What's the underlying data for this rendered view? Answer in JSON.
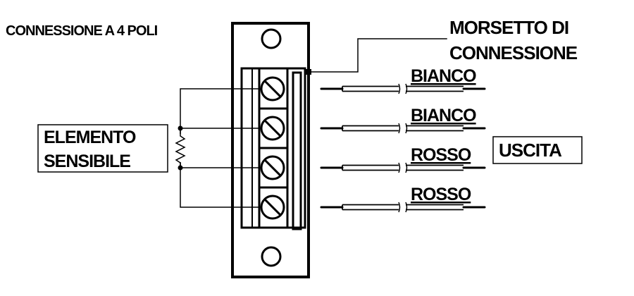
{
  "title": "CONNESSIONE A 4 POLI",
  "terminal_label": [
    "MORSETTO DI",
    "CONNESSIONE"
  ],
  "sensor_label": [
    "ELEMENTO",
    "SENSIBILE"
  ],
  "output_label": "USCITA",
  "wires": [
    {
      "label": "BIANCO"
    },
    {
      "label": "BIANCO"
    },
    {
      "label": "ROSSO"
    },
    {
      "label": "ROSSO"
    }
  ]
}
